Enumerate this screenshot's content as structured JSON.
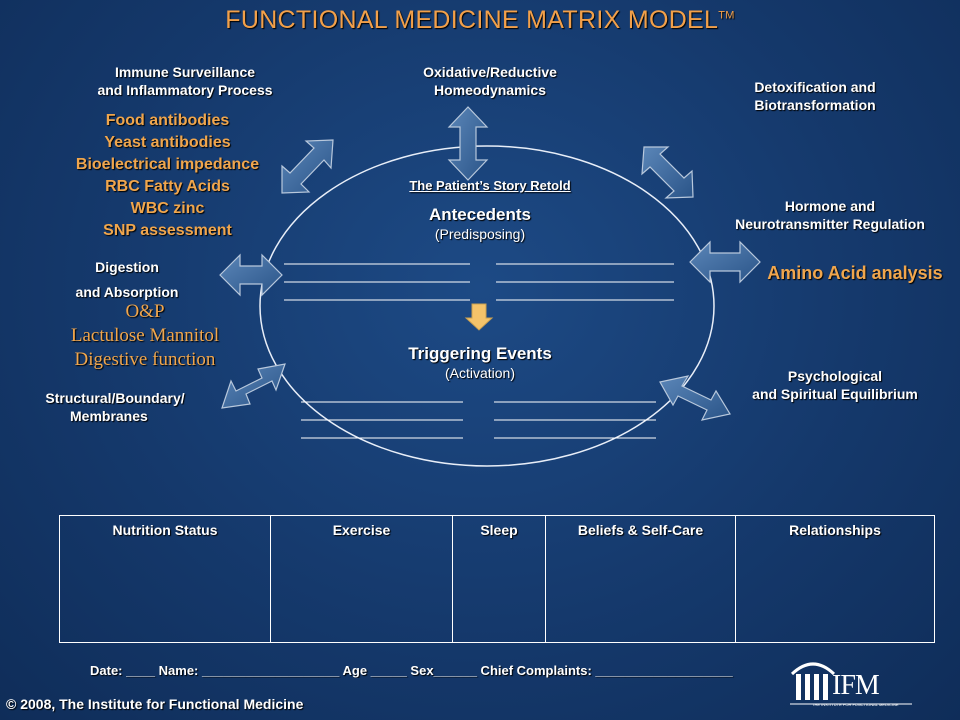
{
  "title": "FUNCTIONAL MEDICINE MATRIX  MODEL",
  "title_tm": "TM",
  "immune": {
    "line1": "Immune Surveillance",
    "line2": "and Inflammatory Process"
  },
  "immune_tests": [
    "Food antibodies",
    "Yeast antibodies",
    "Bioelectrical impedance",
    "RBC Fatty Acids",
    "WBC zinc",
    "SNP assessment"
  ],
  "oxidative": {
    "line1": "Oxidative/Reductive",
    "line2": "Homeodynamics"
  },
  "detox": {
    "line1": "Detoxification and",
    "line2": "Biotransformation"
  },
  "hormone": {
    "line1": "Hormone and",
    "line2": "Neurotransmitter Regulation"
  },
  "amino": "Amino Acid analysis",
  "digestion": {
    "line1": "Digestion",
    "line2": "and Absorption"
  },
  "digestion_tests": [
    "O&P",
    "Lactulose Mannitol",
    "Digestive function"
  ],
  "structural": {
    "line1": "Structural/Boundary/",
    "line2": "Membranes"
  },
  "psych": {
    "line1": "Psychological",
    "line2": "and Spiritual Equilibrium"
  },
  "center": {
    "story": "The Patient’s Story Retold",
    "antecedents": "Antecedents",
    "predisposing": "(Predisposing)",
    "triggering": "Triggering Events",
    "activation": "(Activation)"
  },
  "table_headers": [
    "Nutrition Status",
    "Exercise",
    "Sleep",
    "Beliefs & Self-Care",
    "Relationships"
  ],
  "form_line": "Date: ____ Name: ___________________  Age _____  Sex______ Chief Complaints: ___________________",
  "copyright": "© 2008, The Institute for Functional Medicine",
  "logo": {
    "text": "IFM",
    "tagline": "THE INSTITUTE FOR FUNCTIONAL MEDICINE"
  },
  "colors": {
    "accent": "#f0a64d",
    "background": "#15396c",
    "arrow_fill": "#3f6d9e"
  }
}
